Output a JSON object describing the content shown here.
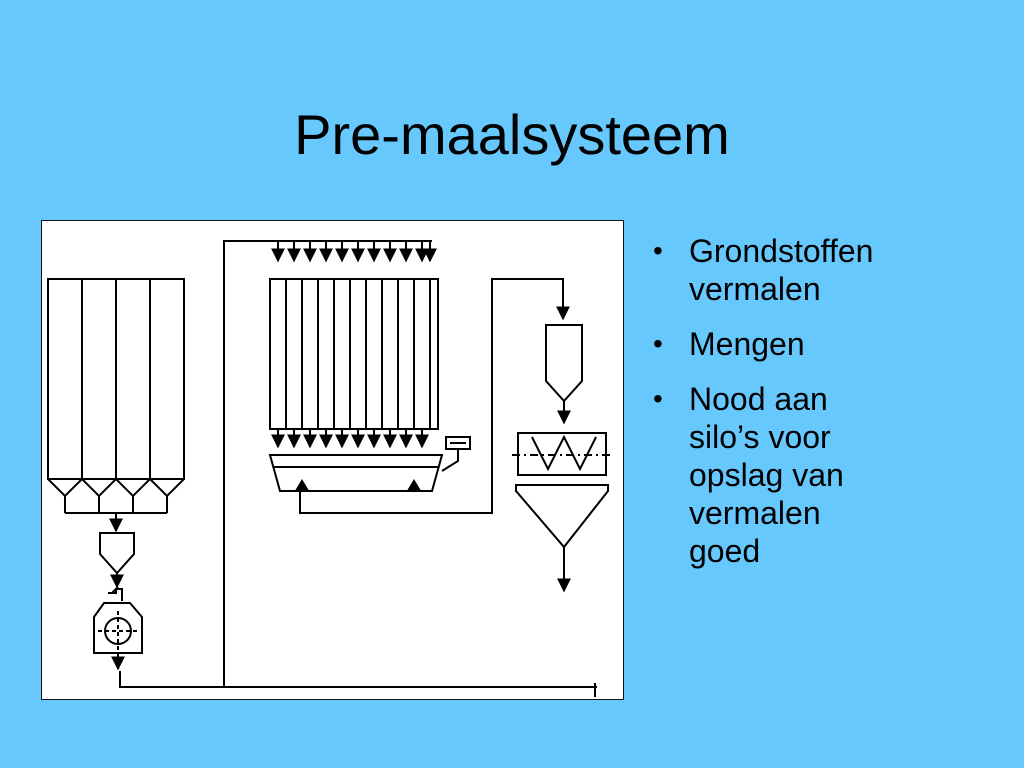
{
  "slide": {
    "title": "Pre-maalsysteem",
    "bullets": [
      {
        "text": "Grondstoffen\nvermalen"
      },
      {
        "text": "Mengen"
      },
      {
        "text": "Nood aan\nsilo’s voor\nopslag van\nvermalen\ngoed"
      }
    ]
  },
  "colors": {
    "background": "#66c8fd",
    "line": "#000000",
    "diagram_bg": "#ffffff"
  }
}
